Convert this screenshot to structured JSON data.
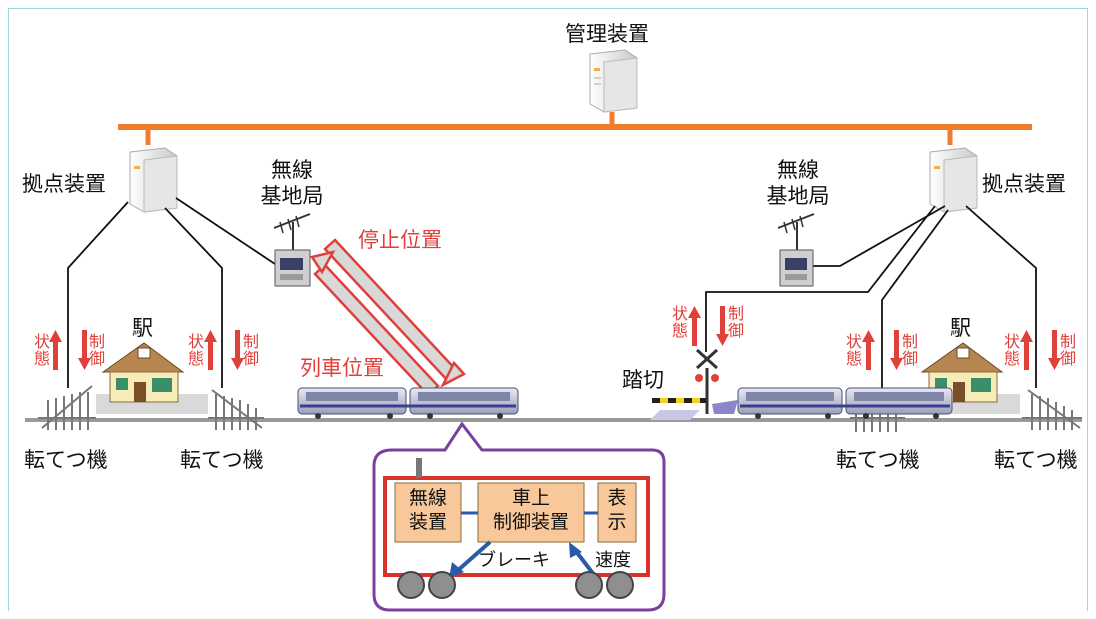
{
  "labels": {
    "management": "管理装置",
    "base_left": "拠点装置",
    "base_right": "拠点装置",
    "radio_left_1": "無線",
    "radio_left_2": "基地局",
    "radio_right_1": "無線",
    "radio_right_2": "基地局",
    "stop_position": "停止位置",
    "train_position": "列車位置",
    "station_left": "駅",
    "station_right": "駅",
    "crossing": "踏切",
    "switch_1": "転てつ機",
    "switch_2": "転てつ機",
    "switch_3": "転てつ機",
    "switch_4": "転てつ機",
    "state": "状態",
    "control": "制御",
    "onboard_radio": "無線\n装置",
    "onboard_control": "車上\n制御装置",
    "onboard_display": "表\n示",
    "brake": "ブレーキ",
    "speed": "速度"
  },
  "colors": {
    "network": "#ef7d2b",
    "arrow_red": "#e0403a",
    "callout_border": "#7b3fa0",
    "car_border": "#d9322b",
    "box_fill": "#f8c89b",
    "blue_arrow": "#2b5aa8"
  }
}
